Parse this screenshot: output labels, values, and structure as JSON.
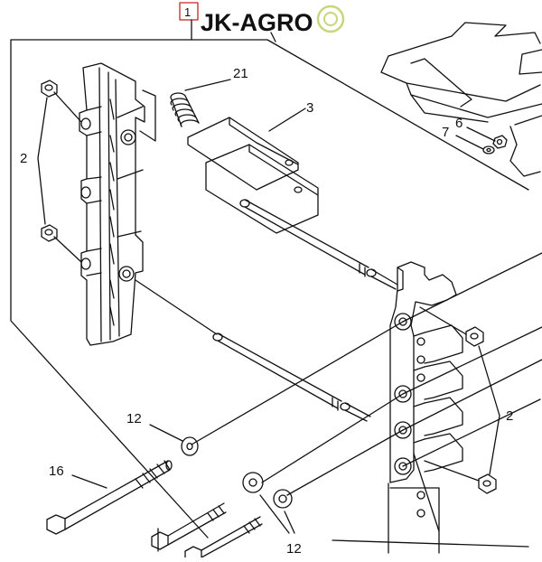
{
  "figure_number": "1",
  "watermark": {
    "text": "JK-AGRO",
    "color": "#c8d67a"
  },
  "callouts": {
    "c21": "21",
    "c3": "3",
    "c2_left": "2",
    "c6": "6",
    "c7": "7",
    "c2_right": "2",
    "c12_upper": "12",
    "c16": "16",
    "c12_lower": "12"
  },
  "colors": {
    "line": "#111111",
    "background": "#ffffff",
    "figure_box_border": "#cc2222"
  }
}
